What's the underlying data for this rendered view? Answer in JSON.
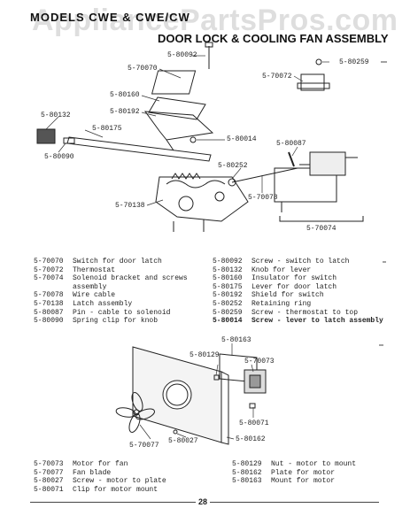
{
  "header": {
    "model": "MODELS CWE & CWE/CW",
    "watermark": "AppliancePartsPros.com",
    "title": "DOOR LOCK & COOLING FAN ASSEMBLY"
  },
  "diagram1_labels": {
    "p80092": "5-80092",
    "p70070": "5-70070",
    "p80259": "5-80259",
    "p70072": "5-70072",
    "p80160": "5-80160",
    "p80192": "5-80192",
    "p80132": "5-80132",
    "p80175": "5-80175",
    "p80014": "5-80014",
    "p80087": "5-80087",
    "p80090": "5-80090",
    "p80252": "5-80252",
    "p70078": "5-70078",
    "p70138": "5-70138",
    "p70074": "5-70074"
  },
  "parts_left": [
    {
      "num": "5-70070",
      "desc": "Switch for door latch"
    },
    {
      "num": "5-70072",
      "desc": "Thermostat"
    },
    {
      "num": "5-70074",
      "desc": "Solenoid bracket and screws"
    },
    {
      "num": "",
      "desc": "assembly"
    },
    {
      "num": "5-70078",
      "desc": "Wire cable"
    },
    {
      "num": "5-70138",
      "desc": "Latch assembly"
    },
    {
      "num": "5-80087",
      "desc": "Pin - cable to solenoid"
    },
    {
      "num": "5-80090",
      "desc": "Spring clip for knob"
    }
  ],
  "parts_right": [
    {
      "num": "5-80092",
      "desc": "Screw - switch to latch"
    },
    {
      "num": "5-80132",
      "desc": "Knob for lever"
    },
    {
      "num": "5-80160",
      "desc": "Insulator for switch"
    },
    {
      "num": "5-80175",
      "desc": "Lever for door latch"
    },
    {
      "num": "5-80192",
      "desc": "Shield for switch"
    },
    {
      "num": "5-80252",
      "desc": "Retaining ring"
    },
    {
      "num": "5-80259",
      "desc": "Screw - thermostat to top"
    },
    {
      "num": "5-80014",
      "desc": "Screw - lever to latch assembly"
    }
  ],
  "diagram2_labels": {
    "p80163": "5-80163",
    "p80129": "5-80129",
    "p70073": "5-70073",
    "p80071": "5-80071",
    "p70077": "5-70077",
    "p80027": "5-80027",
    "p80162": "5-80162"
  },
  "parts2_left": [
    {
      "num": "5-70073",
      "desc": "Motor for fan"
    },
    {
      "num": "5-70077",
      "desc": "Fan blade"
    },
    {
      "num": "5-80027",
      "desc": "Screw - motor to plate"
    },
    {
      "num": "5-80071",
      "desc": "Clip for motor mount"
    }
  ],
  "parts2_right": [
    {
      "num": "5-80129",
      "desc": "Nut - motor to mount"
    },
    {
      "num": "5-80162",
      "desc": "Plate for motor"
    },
    {
      "num": "5-80163",
      "desc": "Mount for motor"
    }
  ],
  "footer": {
    "page": "28"
  }
}
